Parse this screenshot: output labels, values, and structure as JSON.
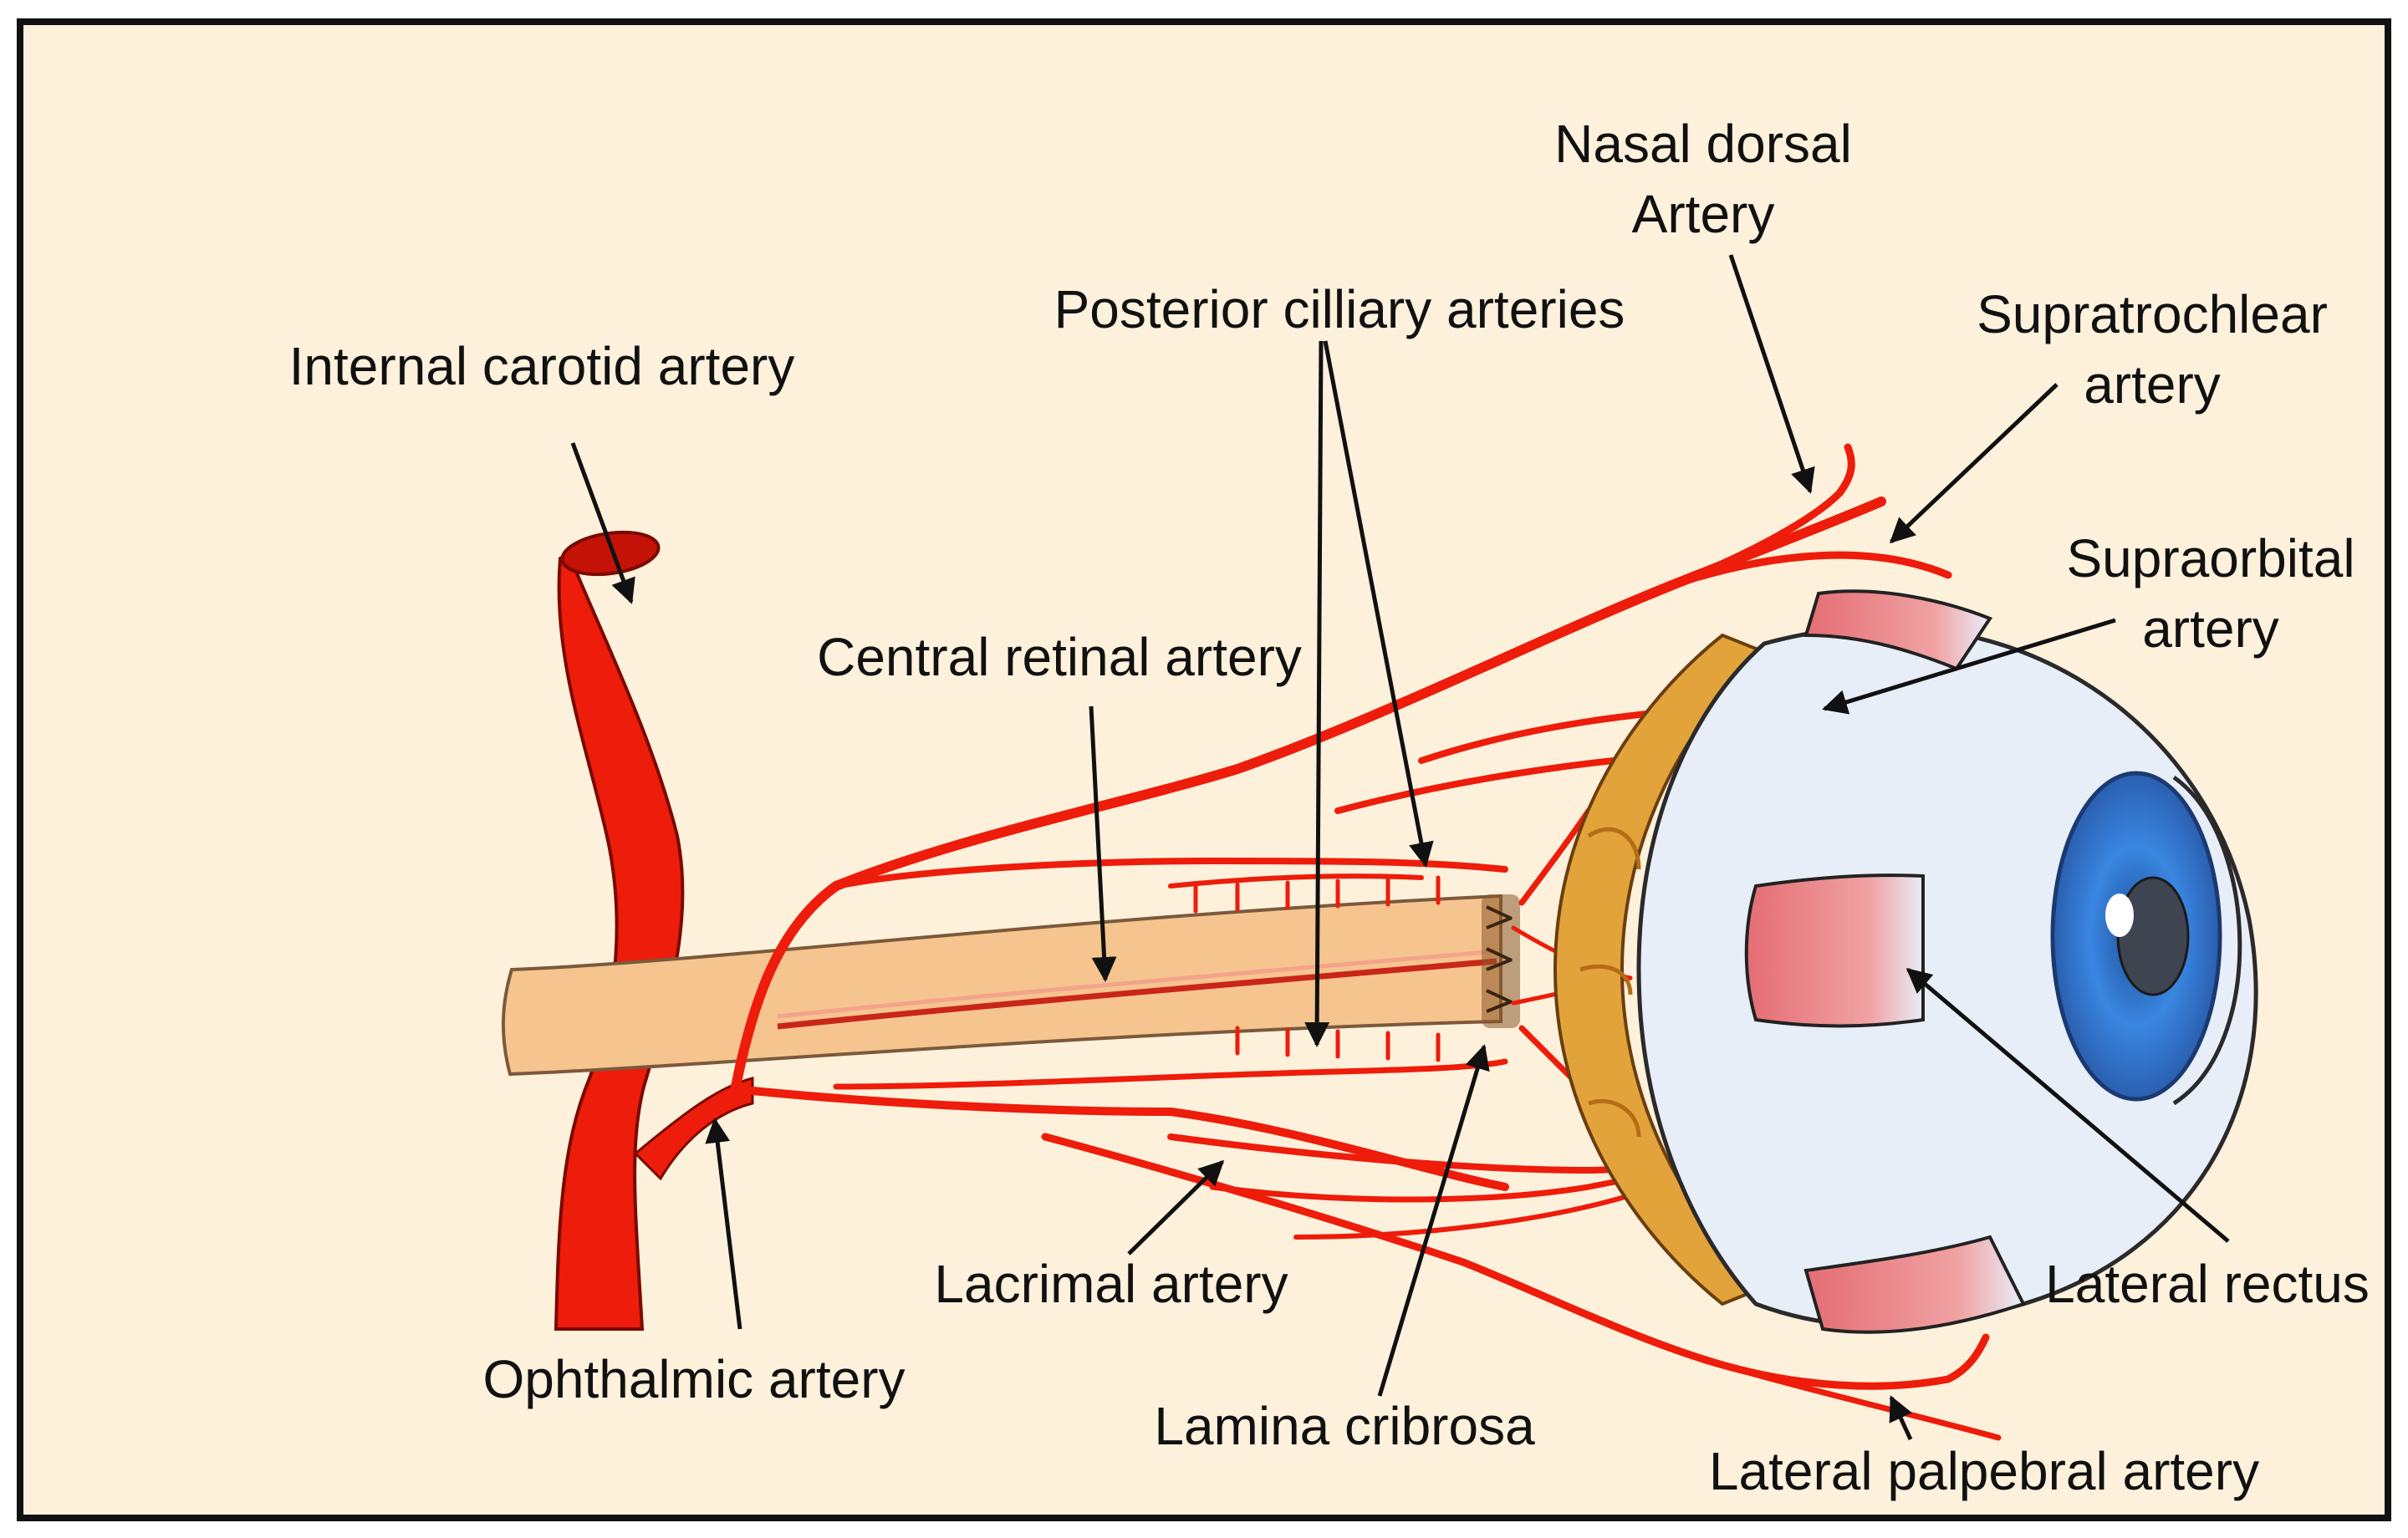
{
  "colors": {
    "background": "#fdf1dc",
    "frame": "#111111",
    "artery": "#ee1c0a",
    "artery_dark": "#b80f04",
    "nerve": "#f6c48f",
    "sclera": "#e8eef8",
    "iris": "#3a86e0",
    "muscle": "#e88a8c",
    "choroid": "#e2a33a"
  },
  "labels": {
    "nasal_dorsal_line1": "Nasal dorsal",
    "nasal_dorsal_line2": "Artery",
    "posterior_ciliary": "Posterior cilliary arteries",
    "supratrochlear_line1": "Supratrochlear",
    "supratrochlear_line2": "artery",
    "internal_carotid": "Internal carotid artery",
    "supraorbital_line1": "Supraorbital",
    "supraorbital_line2": "artery",
    "central_retinal": "Central retinal artery",
    "lacrimal": "Lacrimal artery",
    "lateral_rectus": "Lateral rectus",
    "ophthalmic": "Ophthalmic artery",
    "lamina_cribrosa": "Lamina cribrosa",
    "lateral_palpebral": "Lateral palpebral artery"
  }
}
